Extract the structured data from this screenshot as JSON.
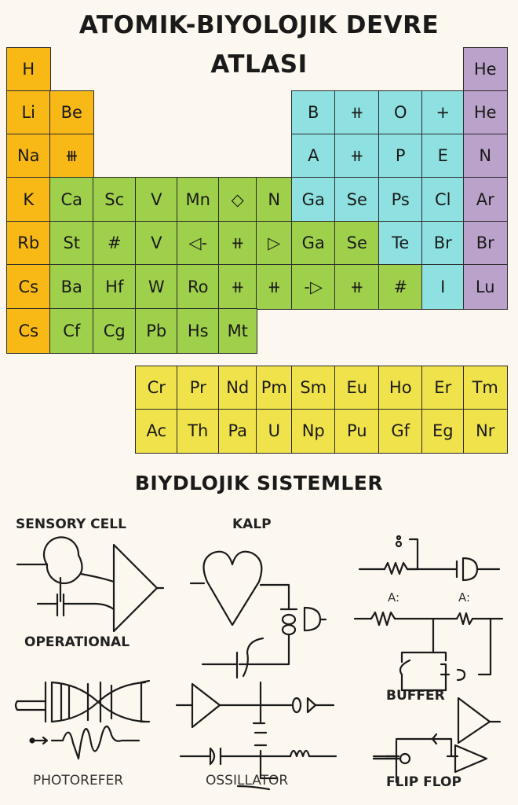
{
  "title_line1": "ATOMIK-BIYOLOJIK DEVRE",
  "title_line2": "ATLASI",
  "colors": {
    "orange": "#f8b816",
    "green": "#9fd04b",
    "teal": "#8fe1e1",
    "purple": "#bba2cb",
    "yellow": "#f0e24a",
    "background": "#fcf7ef"
  },
  "main_table": [
    [
      [
        "H",
        "orange"
      ],
      null,
      null,
      null,
      null,
      null,
      null,
      null,
      null,
      null,
      null,
      [
        "He",
        "purple"
      ]
    ],
    [
      [
        "Li",
        "orange"
      ],
      [
        "Be",
        "orange"
      ],
      null,
      null,
      null,
      null,
      null,
      [
        "B",
        "teal"
      ],
      [
        "⧺",
        "teal"
      ],
      [
        "O",
        "teal"
      ],
      [
        "+",
        "teal"
      ],
      [
        "He",
        "purple"
      ]
    ],
    [
      [
        "Na",
        "orange"
      ],
      [
        "⧻",
        "orange"
      ],
      null,
      null,
      null,
      null,
      null,
      [
        "A",
        "teal"
      ],
      [
        "⧺",
        "teal"
      ],
      [
        "P",
        "teal"
      ],
      [
        "E",
        "teal"
      ],
      [
        "N",
        "purple"
      ]
    ],
    [
      [
        "K",
        "orange"
      ],
      [
        "Ca",
        "green"
      ],
      [
        "Sc",
        "green"
      ],
      [
        "V",
        "green"
      ],
      [
        "Mn",
        "green"
      ],
      [
        "◇",
        "green"
      ],
      [
        "N",
        "green"
      ],
      [
        "Ga",
        "teal"
      ],
      [
        "Se",
        "teal"
      ],
      [
        "Ps",
        "teal"
      ],
      [
        "Cl",
        "teal"
      ],
      [
        "Ar",
        "purple"
      ]
    ],
    [
      [
        "Rb",
        "orange"
      ],
      [
        "St",
        "green"
      ],
      [
        "#",
        "green"
      ],
      [
        "V",
        "green"
      ],
      [
        "◁-",
        "green"
      ],
      [
        "⧺",
        "green"
      ],
      [
        "▷",
        "green"
      ],
      [
        "Ga",
        "green"
      ],
      [
        "Se",
        "green"
      ],
      [
        "Te",
        "teal"
      ],
      [
        "Br",
        "teal"
      ],
      [
        "Br",
        "purple"
      ]
    ],
    [
      [
        "Cs",
        "orange"
      ],
      [
        "Ba",
        "green"
      ],
      [
        "Hf",
        "green"
      ],
      [
        "W",
        "green"
      ],
      [
        "Ro",
        "green"
      ],
      [
        "⧺",
        "green"
      ],
      [
        "⧺",
        "green"
      ],
      [
        "-▷",
        "green"
      ],
      [
        "⧺",
        "green"
      ],
      [
        "#",
        "green"
      ],
      [
        "I",
        "teal"
      ],
      [
        "Lu",
        "purple"
      ]
    ],
    [
      [
        "Cs",
        "orange"
      ],
      [
        "Cf",
        "green"
      ],
      [
        "Cg",
        "green"
      ],
      [
        "Pb",
        "green"
      ],
      [
        "Hs",
        "green"
      ],
      [
        "Mt",
        "green"
      ],
      null,
      null,
      null,
      null,
      null,
      null
    ]
  ],
  "series_table": [
    [
      "Cr",
      "Pr",
      "Nd",
      "Pm",
      "Sm",
      "Eu",
      "Ho",
      "Er",
      "Tm"
    ],
    [
      "Ac",
      "Th",
      "Pa",
      "U",
      "Np",
      "Pu",
      "Gf",
      "Eg",
      "Nr"
    ]
  ],
  "section_title": "BIYDLOJIK SISTEMLER",
  "diagrams": {
    "sensory_cell": "SENSORY CELL",
    "kalp": "KALP",
    "operational": "OPERATIONAL",
    "photorefer": "PHOTOREFER",
    "ossillator": "OSSILLATOR",
    "buffer": "BUFFER",
    "flip_flop": "FLIP FLOP",
    "resistor_label_1": "A:",
    "resistor_label_2": "A:"
  }
}
